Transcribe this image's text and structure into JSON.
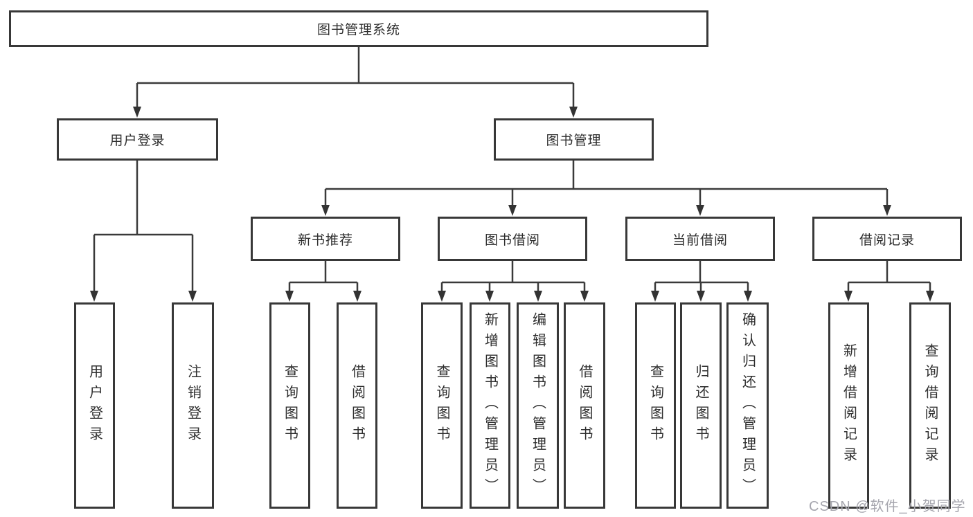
{
  "diagram": {
    "root": {
      "label": "图书管理系统"
    },
    "branches": [
      {
        "label": "用户登录",
        "children": [
          {
            "label": "用户登录"
          },
          {
            "label": "注销登录"
          }
        ]
      },
      {
        "label": "图书管理",
        "children": [
          {
            "label": "新书推荐",
            "children": [
              {
                "label": "查询图书"
              },
              {
                "label": "借阅图书"
              }
            ]
          },
          {
            "label": "图书借阅",
            "children": [
              {
                "label": "查询图书"
              },
              {
                "label": "新增图书（管理员）"
              },
              {
                "label": "编辑图书（管理员）"
              },
              {
                "label": "借阅图书"
              }
            ]
          },
          {
            "label": "当前借阅",
            "children": [
              {
                "label": "查询图书"
              },
              {
                "label": "归还图书"
              },
              {
                "label": "确认归还（管理员）"
              }
            ]
          },
          {
            "label": "借阅记录",
            "children": [
              {
                "label": "新增借阅记录"
              },
              {
                "label": "查询借阅记录"
              }
            ]
          }
        ]
      }
    ]
  },
  "watermark": {
    "text": "CSDN @软件_小贺同学"
  },
  "colors": {
    "line": "#3a3a3a",
    "border": "#383838",
    "text": "#2e2e2e",
    "watermark": "#a6a6ae",
    "background": "#ffffff"
  }
}
